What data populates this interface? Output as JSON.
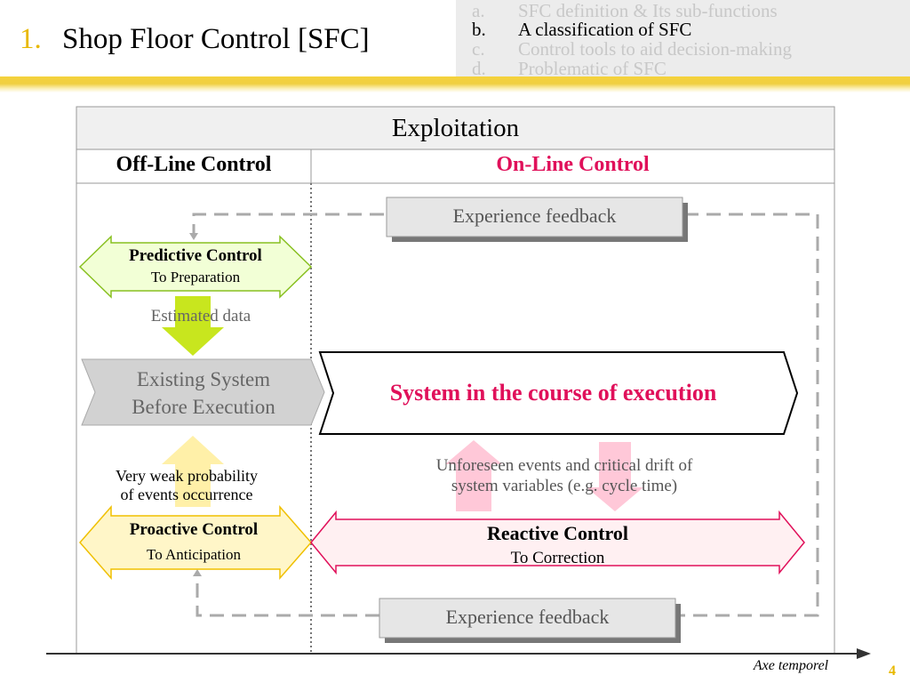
{
  "slide": {
    "number": "1.",
    "title": "Shop Floor Control [SFC]",
    "page": "4"
  },
  "outline": [
    {
      "letter": "a.",
      "text": "SFC definition & Its sub-functions",
      "active": false
    },
    {
      "letter": "b.",
      "text": "A classification of SFC",
      "active": true
    },
    {
      "letter": "c.",
      "text": "Control tools to aid decision-making",
      "active": false
    },
    {
      "letter": "d.",
      "text": "Problematic of SFC",
      "active": false
    }
  ],
  "diagram": {
    "header": "Exploitation",
    "offline": "Off-Line Control",
    "online": "On-Line Control",
    "feedback_top": "Experience feedback",
    "feedback_bottom": "Experience feedback",
    "predictive_title": "Predictive Control",
    "predictive_sub": "To Preparation",
    "estimated": "Estimated data",
    "existing_line1": "Existing System",
    "existing_line2": "Before Execution",
    "execution": "System in the course of execution",
    "weak_line1": "Very weak probability",
    "weak_line2": "of events occurrence",
    "unforeseen_line1": "Unforeseen events and critical drift of",
    "unforeseen_line2": "system variables (e.g. cycle time)",
    "proactive_title": "Proactive Control",
    "proactive_sub": "To Anticipation",
    "reactive_title": "Reactive Control",
    "reactive_sub": "To Correction",
    "axis": "Axe temporel"
  },
  "colors": {
    "accent_gold": "#e8b800",
    "online_red": "#e0105a",
    "predictive_fill": "#f2ffd6",
    "proactive_fill": "#fff6c8",
    "reactive_fill": "#fff0f2"
  }
}
